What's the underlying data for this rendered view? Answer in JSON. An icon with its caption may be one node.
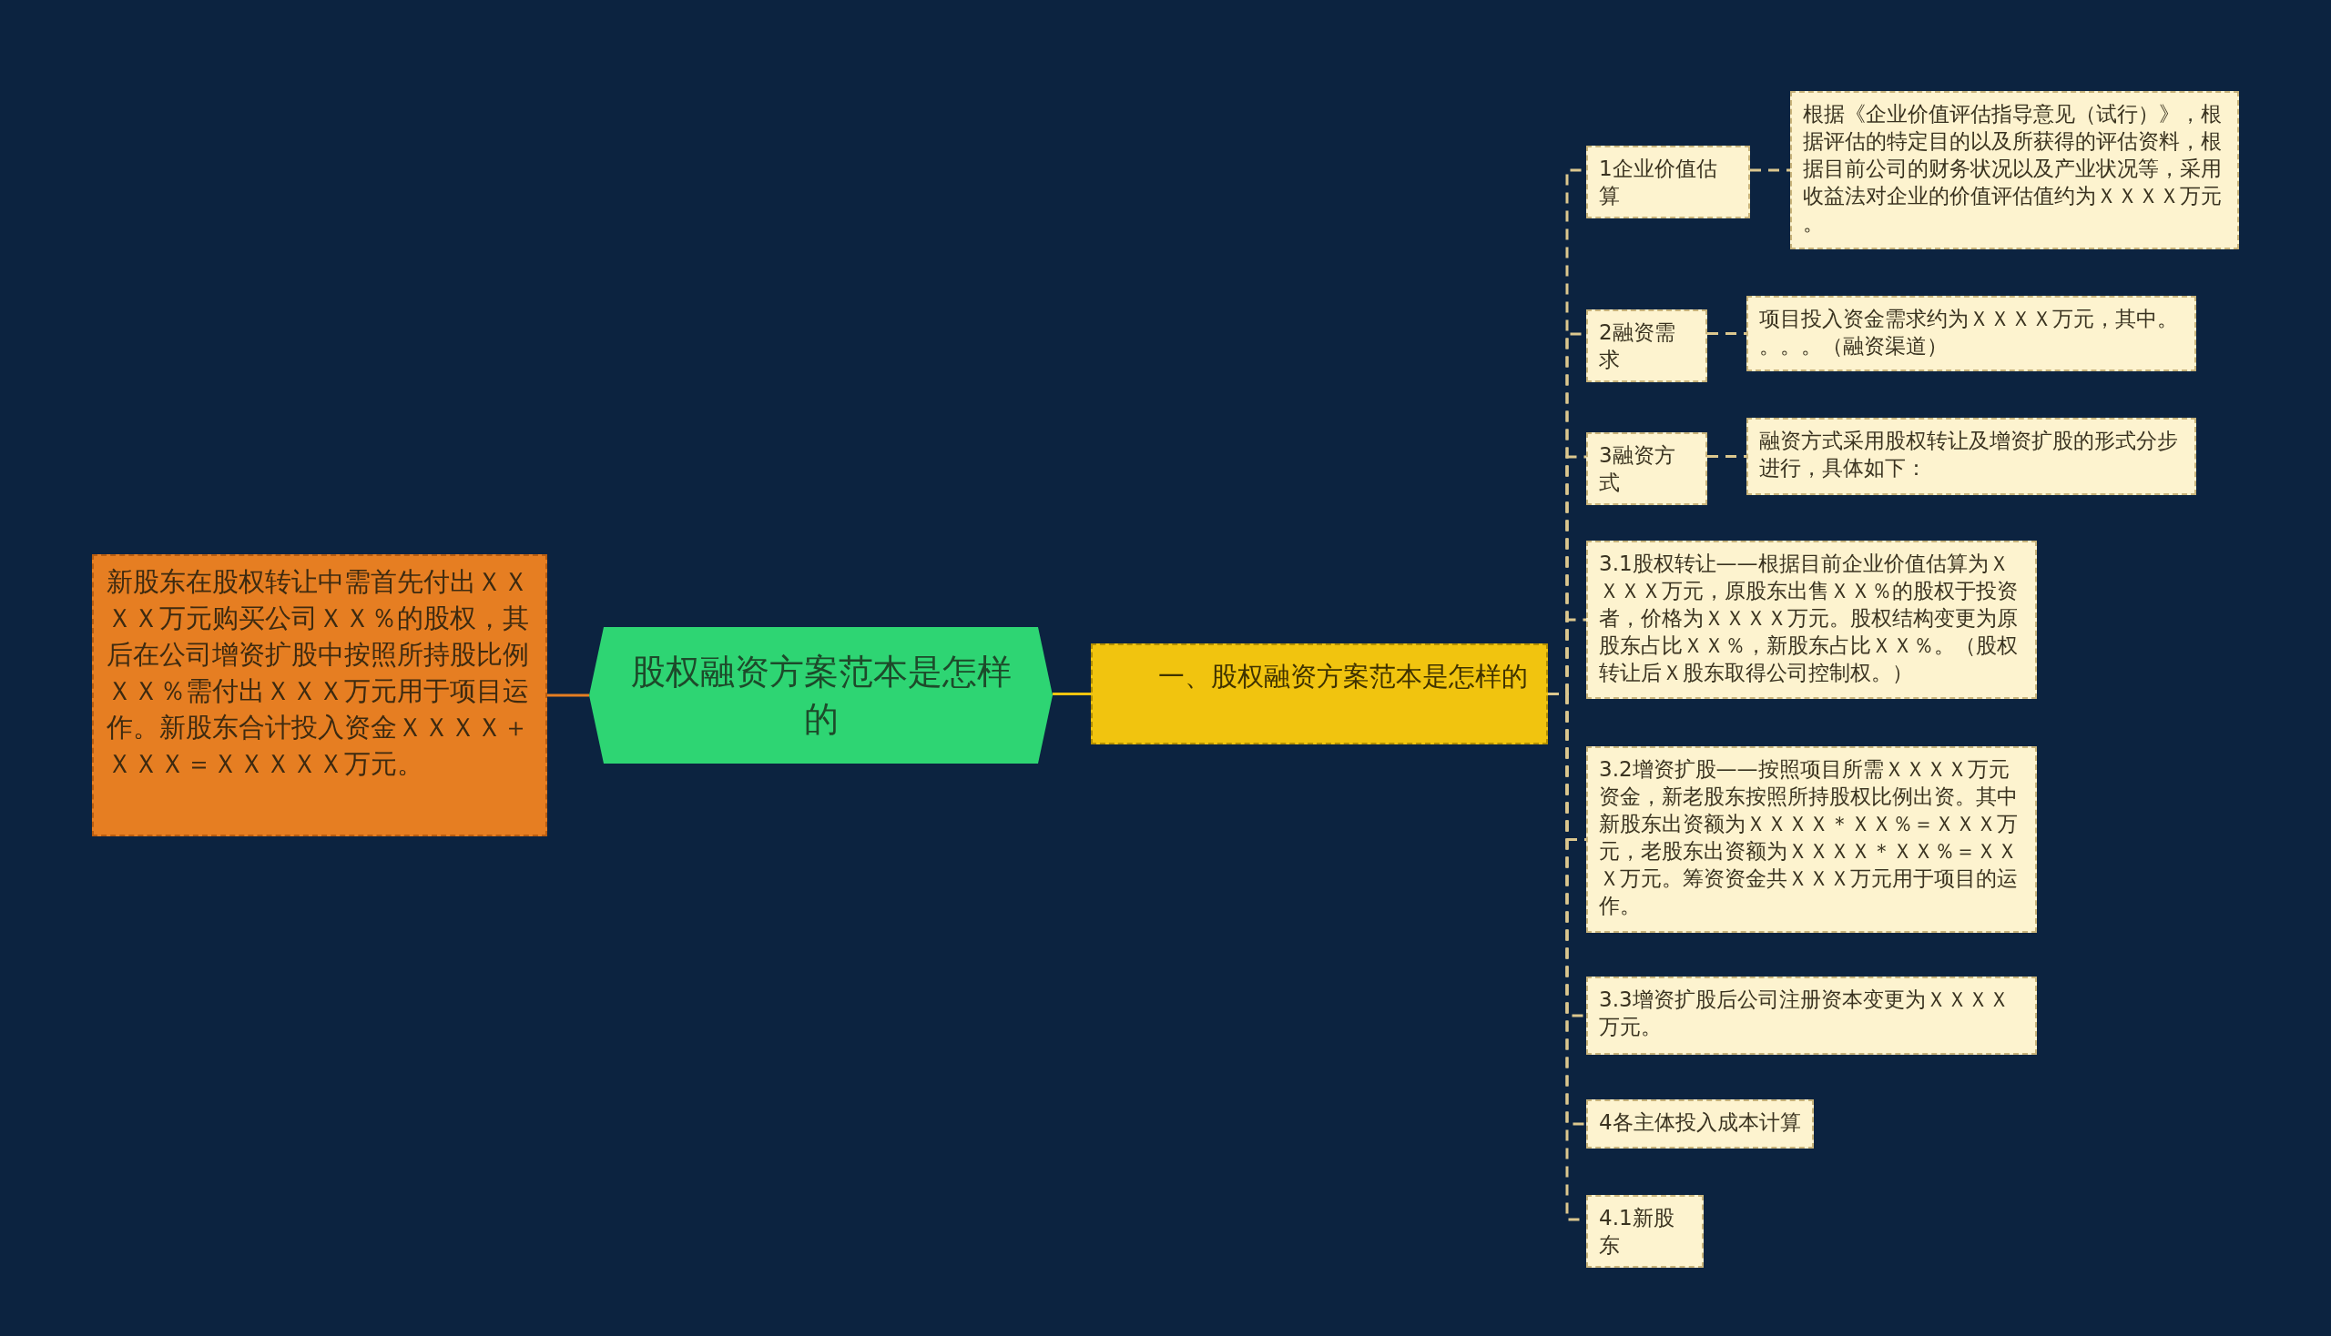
{
  "diagram": {
    "nodes": [
      {
        "text": [
          "股权融资方案范本是怎样的"
        ]
      },
      {
        "text": [
          "新股东在股权转让中需首先付出ＸＸＸＸ万元购买公司ＸＸ％的股权，其后在公司增资扩股中按照所持股比例ＸＸ％需付出ＸＸＸ万元用于项目运作。新股东合计投入资金ＸＸＸＸ＋ＸＸＸ＝ＸＸＸＸＸ万元。"
        ]
      },
      {
        "text": [
          "一、股权融资方案范本是怎样的"
        ]
      },
      {
        "text": [
          "1企业价值估算"
        ]
      },
      {
        "text": [
          "根据《企业价值评估指导意见（试行）》，根据评估的特定目的以及所获得的评估资料，根据目前公司的财务状况以及产业状况等，采用收益法对企业的价值评估值约为ＸＸＸＸ万元。"
        ]
      },
      {
        "text": [
          "2融资需求"
        ]
      },
      {
        "text": [
          "项目投入资金需求约为ＸＸＸＸ万元，其中。。。。（融资渠道）"
        ]
      },
      {
        "text": [
          "3融资方式"
        ]
      },
      {
        "text": [
          "融资方式采用股权转让及增资扩股的形式分步进行，具体如下："
        ]
      },
      {
        "text": [
          "3.1股权转让——根据目前企业价值估算为ＸＸＸＸ万元，原股东出售ＸＸ％的股权于投资者，价格为ＸＸＸＸ万元。股权结构变更为原股东占比ＸＸ％，新股东占比ＸＸ％。（股权转让后Ｘ股东取得公司控制权。）"
        ]
      },
      {
        "text": [
          "3.2增资扩股——按照项目所需ＸＸＸＸ万元资金，新老股东按照所持股权比例出资。其中新股东出资额为ＸＸＸＸ＊ＸＸ％＝ＸＸＸ万元，老股东出资额为ＸＸＸＸ＊ＸＸ％＝ＸＸＸ万元。筹资资金共ＸＸＸ万元用于项目的运作。"
        ]
      },
      {
        "text": [
          "3.3增资扩股后公司注册资本变更为ＸＸＸＸ万元。"
        ]
      },
      {
        "text": [
          "4各主体投入成本计算"
        ]
      },
      {
        "text": [
          "4.1新股东"
        ]
      }
    ],
    "edges": [
      {
        "from": 0,
        "to": 1,
        "arrow": "none",
        "color": "#e67e22"
      },
      {
        "from": 0,
        "to": 2,
        "arrow": "none",
        "color": "#f1c40f"
      },
      {
        "from": 2,
        "to": 3,
        "arrow": "none",
        "style": "dashed"
      },
      {
        "from": 2,
        "to": 5,
        "arrow": "none",
        "style": "dashed"
      },
      {
        "from": 2,
        "to": 7,
        "arrow": "none",
        "style": "dashed"
      },
      {
        "from": 2,
        "to": 9,
        "arrow": "none",
        "style": "dashed"
      },
      {
        "from": 2,
        "to": 10,
        "arrow": "none",
        "style": "dashed"
      },
      {
        "from": 2,
        "to": 11,
        "arrow": "none",
        "style": "dashed"
      },
      {
        "from": 2,
        "to": 12,
        "arrow": "none",
        "style": "dashed"
      },
      {
        "from": 2,
        "to": 13,
        "arrow": "none",
        "style": "dashed"
      },
      {
        "from": 3,
        "to": 4,
        "arrow": "none",
        "style": "dashed"
      },
      {
        "from": 5,
        "to": 6,
        "arrow": "none",
        "style": "dashed"
      },
      {
        "from": 7,
        "to": 8,
        "arrow": "none",
        "style": "dashed"
      }
    ]
  }
}
